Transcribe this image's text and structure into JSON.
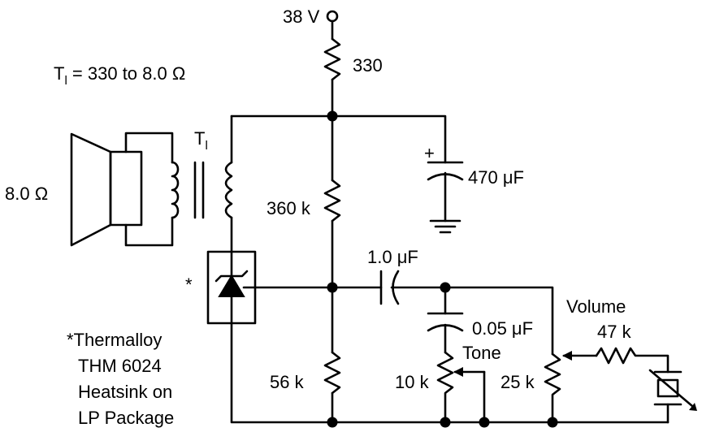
{
  "supply": {
    "voltage": "38 V",
    "resistor": "330"
  },
  "transformer": {
    "label": "T",
    "subscript": "l",
    "spec_main": "T",
    "spec_sub": "l",
    "spec_text": " = 330 to 8.0 Ω"
  },
  "speaker": {
    "impedance": "8.0 Ω"
  },
  "components": {
    "r_bias_top": "360 k",
    "r_bias_bottom": "56 k",
    "cap_filter": "470 μF",
    "cap_filter_polarity": "+",
    "cap_coupling": "1.0 μF",
    "cap_tone": "0.05 μF",
    "tone_label": "Tone",
    "tone_pot": "10 k",
    "volume_label": "Volume",
    "volume_resistor": "47 k",
    "volume_pot": "25 k"
  },
  "device": {
    "marker": "*"
  },
  "note": {
    "line1": "*Thermalloy",
    "line2": "THM 6024",
    "line3": "Heatsink on",
    "line4": "LP Package"
  }
}
